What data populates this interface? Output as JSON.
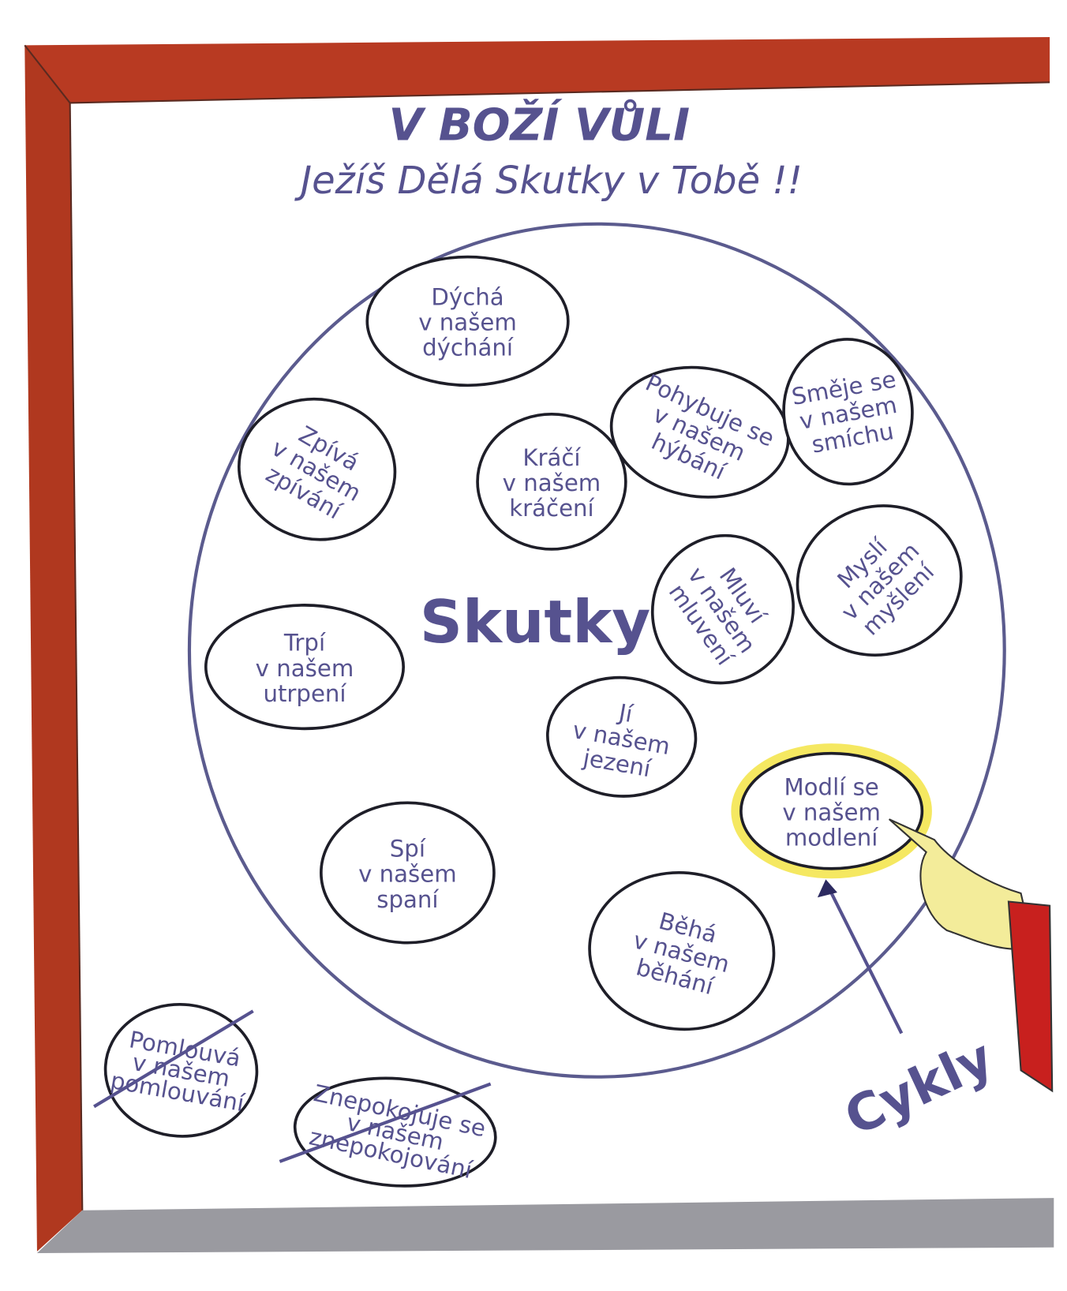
{
  "title": "V BOŽÍ VŮLI",
  "subtitle": "Ježíš Dělá Skutky v Tobě !!",
  "center_label": "Skutky",
  "cycles_label": "Cykly",
  "colors": {
    "ink": "#56528f",
    "frame": "#b83a22",
    "shelf": "#9a9aa0",
    "glow": "#f2e23a",
    "sleeve": "#c8201e",
    "hand": "#f3ec9a"
  },
  "bubbles": [
    {
      "lines": [
        "Dýchá",
        "v našem",
        "dýchání"
      ]
    },
    {
      "lines": [
        "Zpívá",
        "v našem",
        "zpívání"
      ]
    },
    {
      "lines": [
        "Kráčí",
        "v našem",
        "kráčení"
      ]
    },
    {
      "lines": [
        "Pohybuje se",
        "v našem",
        "hýbání"
      ]
    },
    {
      "lines": [
        "Směje se",
        "v našem",
        "smíchu"
      ]
    },
    {
      "lines": [
        "Mluví",
        "v našem",
        "mluvení"
      ]
    },
    {
      "lines": [
        "Myslí",
        "v našem",
        "myšlení"
      ]
    },
    {
      "lines": [
        "Trpí",
        "v našem",
        "utrpení"
      ]
    },
    {
      "lines": [
        "Jí",
        "v našem",
        "jezení"
      ]
    },
    {
      "lines": [
        "Modlí se",
        "v našem",
        "modlení"
      ]
    },
    {
      "lines": [
        "Spí",
        "v našem",
        "spaní"
      ]
    },
    {
      "lines": [
        "Běhá",
        "v našem",
        "běhání"
      ]
    }
  ],
  "crossed_out": [
    {
      "lines": [
        "Pomlouvá",
        "v našem",
        "pomlouvání"
      ]
    },
    {
      "lines": [
        "Znepokojuje se",
        "v našem",
        "znepokojování"
      ]
    }
  ]
}
